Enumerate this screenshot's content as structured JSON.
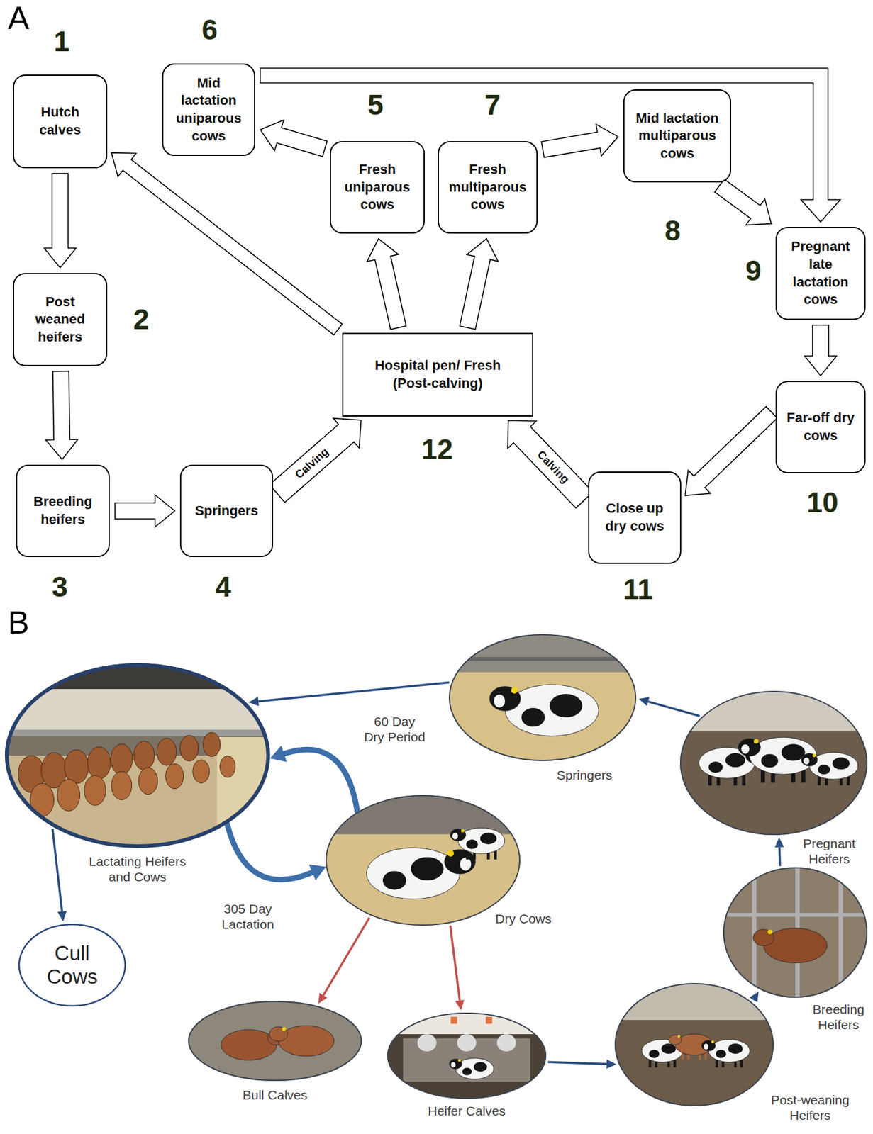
{
  "diagram": {
    "nodes": [
      {
        "text": [
          "Hutch calves"
        ]
      },
      {
        "text": [
          "Post weaned heifers"
        ]
      },
      {
        "text": [
          "Breeding heifers"
        ]
      },
      {
        "text": [
          "Springers"
        ]
      },
      {
        "text": [
          "Mid lactation uniparous cows"
        ]
      },
      {
        "text": [
          "Fresh uniparous cows"
        ]
      },
      {
        "text": [
          "Fresh multiparous cows"
        ]
      },
      {
        "text": [
          "Mid lactation multiparous cows"
        ]
      },
      {
        "text": [
          "Pregnant late lactation cows"
        ]
      },
      {
        "text": [
          "Far-off dry cows"
        ]
      },
      {
        "text": [
          "Close up dry cows"
        ]
      },
      {
        "text": [
          "Hospital pen/ Fresh (Post-calving)"
        ]
      },
      {
        "text": [
          "Lactating Heifers and Cows"
        ]
      },
      {
        "text": [
          "Springers"
        ]
      },
      {
        "text": [
          "Pregnant Heifers"
        ]
      },
      {
        "text": [
          "Breeding Heifers"
        ]
      },
      {
        "text": [
          "Post-weaning Heifers"
        ]
      },
      {
        "text": [
          "Heifer Calves"
        ]
      },
      {
        "text": [
          "Bull Calves"
        ]
      },
      {
        "text": [
          "Dry Cows"
        ]
      },
      {
        "text": [
          "Cull Cows"
        ]
      }
    ],
    "edges": [
      {
        "from": 0,
        "to": 1,
        "arrow": "to"
      },
      {
        "from": 1,
        "to": 2,
        "arrow": "to"
      },
      {
        "from": 2,
        "to": 3,
        "arrow": "to"
      },
      {
        "from": 3,
        "to": 11,
        "label": "Calving",
        "arrow": "to"
      },
      {
        "from": 10,
        "to": 11,
        "label": "Calving",
        "arrow": "to"
      },
      {
        "from": 11,
        "to": 0,
        "arrow": "to"
      },
      {
        "from": 11,
        "to": 5,
        "arrow": "to"
      },
      {
        "from": 11,
        "to": 6,
        "arrow": "to"
      },
      {
        "from": 5,
        "to": 4,
        "arrow": "to"
      },
      {
        "from": 6,
        "to": 7,
        "arrow": "to"
      },
      {
        "from": 4,
        "to": 8,
        "arrow": "to"
      },
      {
        "from": 7,
        "to": 8,
        "arrow": "to"
      },
      {
        "from": 8,
        "to": 9,
        "arrow": "to"
      },
      {
        "from": 9,
        "to": 10,
        "arrow": "to"
      },
      {
        "from": 13,
        "to": 12,
        "arrow": "to"
      },
      {
        "from": 14,
        "to": 13,
        "arrow": "to"
      },
      {
        "from": 15,
        "to": 14,
        "arrow": "to"
      },
      {
        "from": 16,
        "to": 15,
        "arrow": "to"
      },
      {
        "from": 17,
        "to": 16,
        "arrow": "to"
      },
      {
        "from": 19,
        "to": 18,
        "arrow": "to"
      },
      {
        "from": 19,
        "to": 17,
        "arrow": "to"
      },
      {
        "from": 12,
        "to": 19,
        "label": "305 Day Lactation",
        "arrow": "to"
      },
      {
        "from": 19,
        "to": 12,
        "label": "60 Day Dry Period",
        "arrow": "to"
      },
      {
        "from": 12,
        "to": 20,
        "arrow": "to"
      }
    ],
    "labels": [
      "A",
      "1",
      "2",
      "3",
      "4",
      "5",
      "6",
      "7",
      "8",
      "9",
      "10",
      "11",
      "12",
      "B"
    ]
  }
}
